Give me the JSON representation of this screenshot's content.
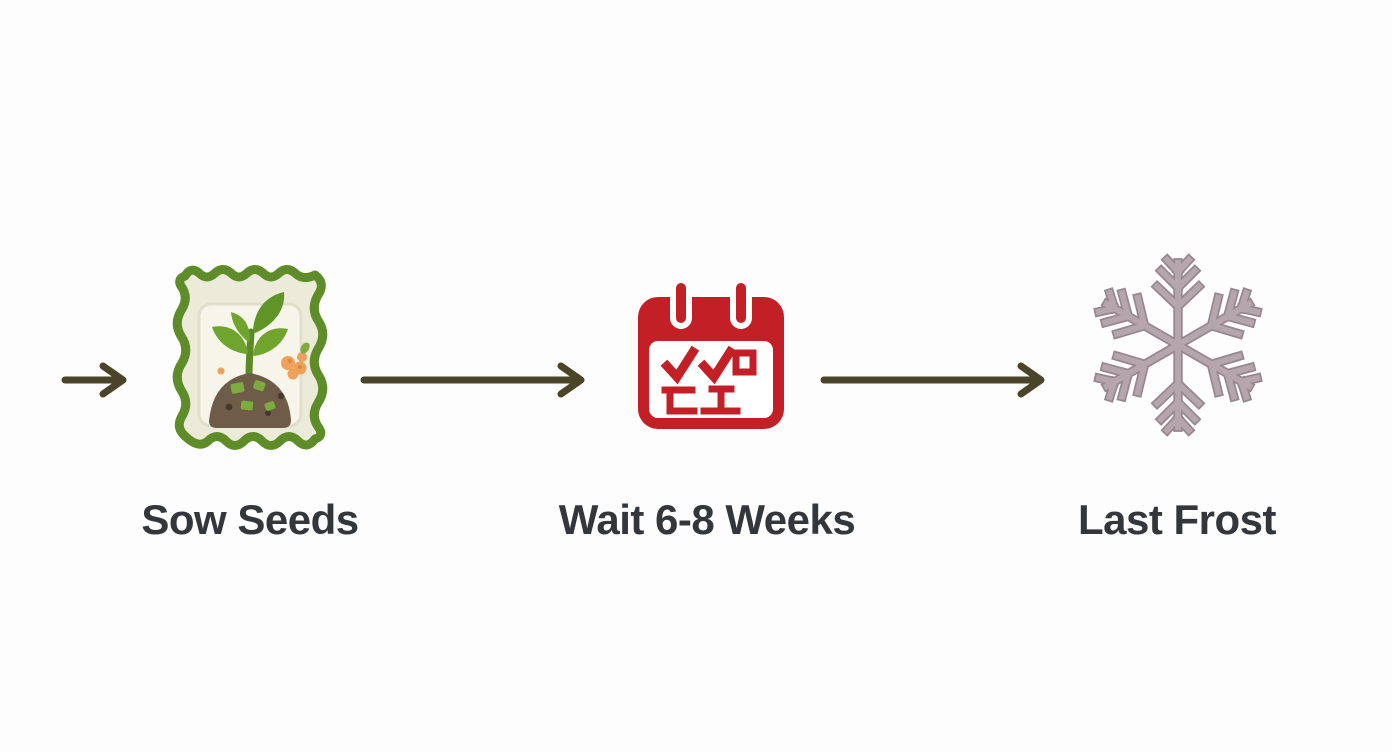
{
  "diagram": {
    "type": "horizontal-flow",
    "steps": [
      {
        "icon": "seed-packet-icon",
        "label": "Sow Seeds"
      },
      {
        "icon": "calendar-icon",
        "label": "Wait 6-8 Weeks"
      },
      {
        "icon": "snowflake-icon",
        "label": "Last Frost"
      }
    ],
    "connector": {
      "style": "right-arrow",
      "count": 3
    },
    "colors": {
      "bg": "#fdfdfd",
      "arrow": "#4a4429",
      "label_text": "#33363b",
      "packet_green": "#5e8c28",
      "packet_cream": "#ecead9",
      "packet_panel": "#f7f5e9",
      "leaf_green": "#6fa52f",
      "leaf_dark": "#5f9427",
      "stem_green": "#5a8a22",
      "soil_brown": "#6e5c48",
      "soil_speck": "#47392b",
      "seed_fleck": "#7cab40",
      "flower_orange": "#eda15a",
      "flower_deep": "#dd8a3e",
      "calendar_red": "#c22026",
      "cal_white": "#ffffff",
      "flake_mauve": "#b5a5ac",
      "flake_edge": "#97878e"
    }
  }
}
